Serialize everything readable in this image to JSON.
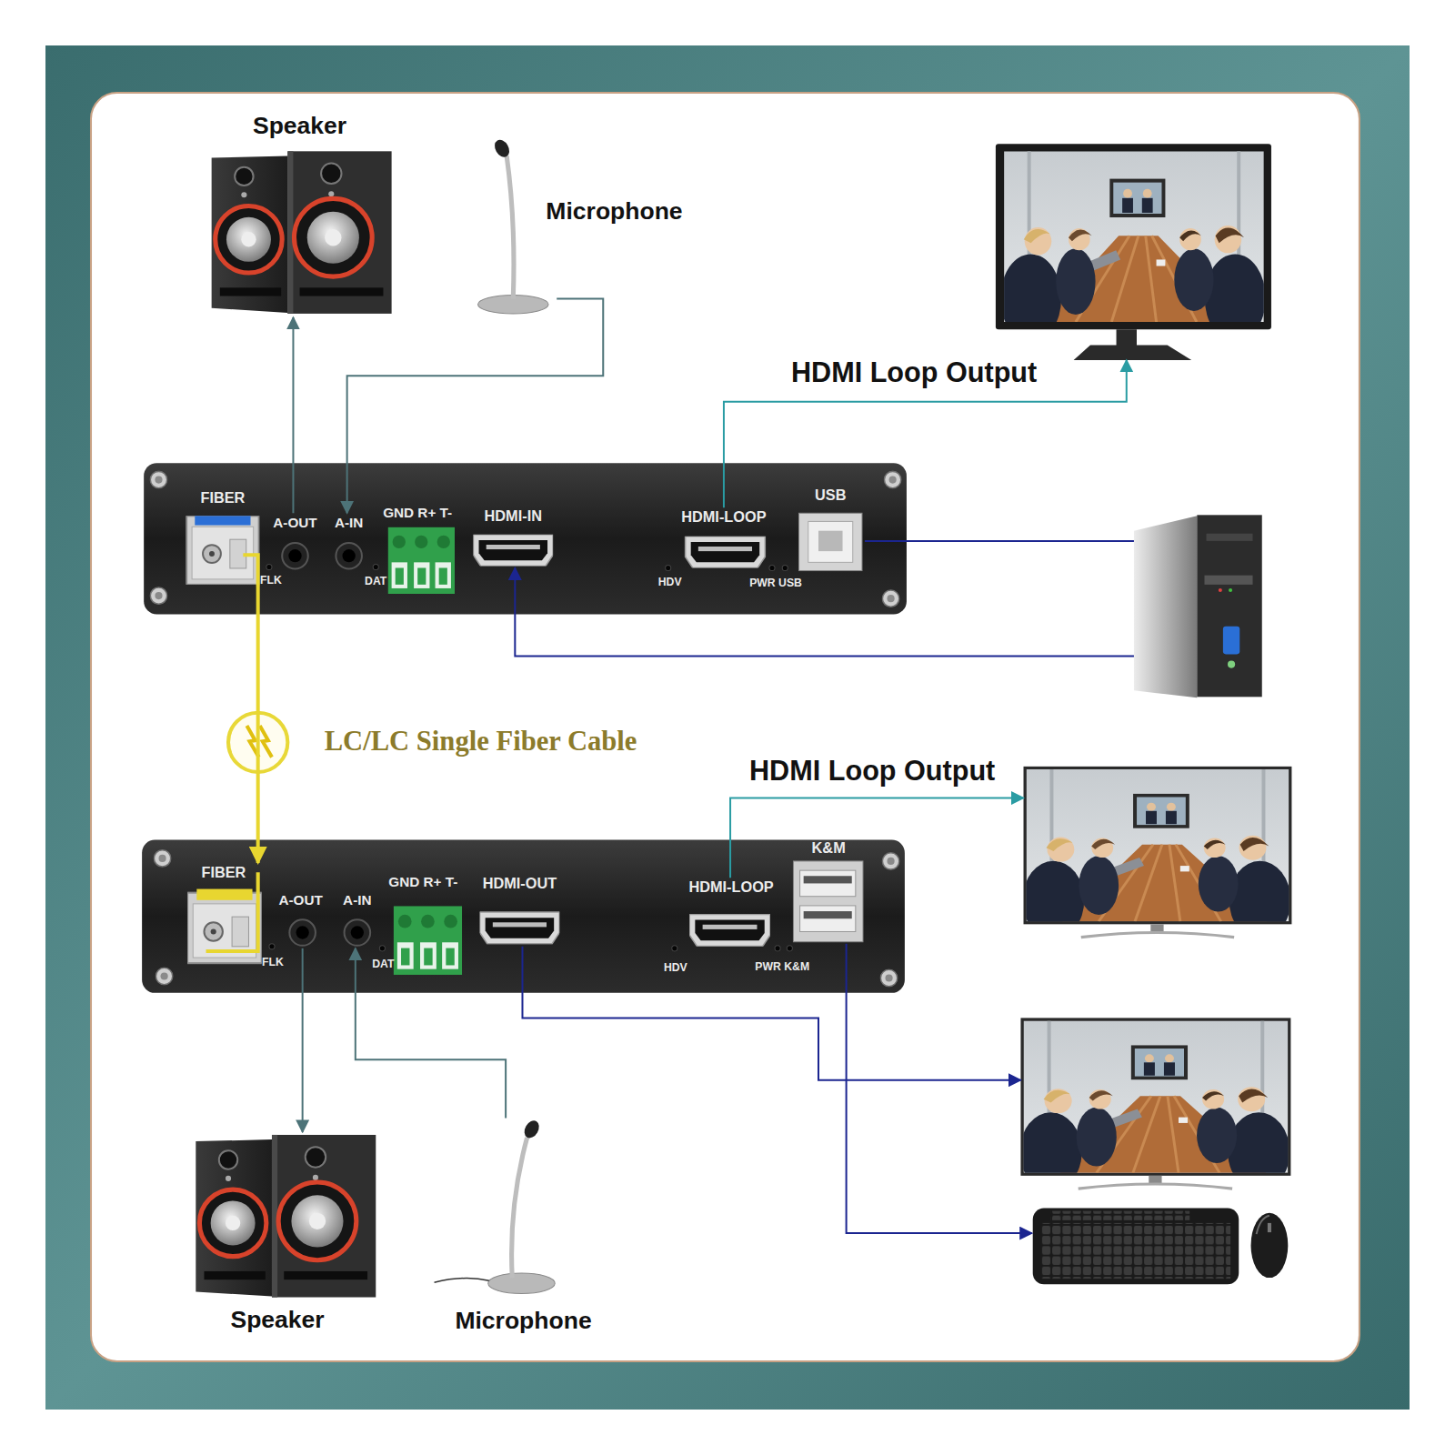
{
  "diagram": {
    "nodes": [
      {
        "text": [
          "Speaker"
        ]
      },
      {
        "text": [
          "Microphone"
        ]
      },
      {
        "text": []
      },
      {
        "text": [
          "FLK",
          "DAT",
          "HDV",
          "PWR USB"
        ]
      },
      {
        "text": [
          "FIBER"
        ],
        "in": 3
      },
      {
        "text": [
          "A-OUT"
        ],
        "in": 3
      },
      {
        "text": [
          "A-IN"
        ],
        "in": 3
      },
      {
        "text": [
          "GND R+ T-"
        ],
        "in": 3
      },
      {
        "text": [
          "HDMI-IN"
        ],
        "in": 3
      },
      {
        "text": [
          "HDMI-LOOP"
        ],
        "in": 3
      },
      {
        "text": [
          "USB"
        ],
        "in": 3
      },
      {
        "text": []
      },
      {
        "text": []
      },
      {
        "text": [
          "FLK",
          "DAT",
          "HDV",
          "PWR K&M"
        ]
      },
      {
        "text": [
          "FIBER"
        ],
        "in": 13
      },
      {
        "text": [
          "A-OUT"
        ],
        "in": 13
      },
      {
        "text": [
          "A-IN"
        ],
        "in": 13
      },
      {
        "text": [
          "GND R+ T-"
        ],
        "in": 13
      },
      {
        "text": [
          "HDMI-OUT"
        ],
        "in": 13
      },
      {
        "text": [
          "HDMI-LOOP"
        ],
        "in": 13
      },
      {
        "text": [
          "K&M"
        ],
        "in": 13
      },
      {
        "text": []
      },
      {
        "text": []
      },
      {
        "text": [
          "Speaker"
        ]
      },
      {
        "text": [
          "Microphone"
        ]
      }
    ],
    "edges": [
      {
        "from": 5,
        "to": 0,
        "arrow": "to"
      },
      {
        "from": 1,
        "to": 6,
        "arrow": "to"
      },
      {
        "from": 9,
        "to": 2,
        "arrow": "to",
        "label": "HDMI Loop Output"
      },
      {
        "from": 10,
        "to": 11,
        "arrow": "none"
      },
      {
        "from": 11,
        "to": 8,
        "arrow": "to"
      },
      {
        "from": 4,
        "to": 14,
        "arrow": "to",
        "label": "LC/LC Single Fiber Cable"
      },
      {
        "from": 19,
        "to": 12,
        "arrow": "to",
        "label": "HDMI Loop Output"
      },
      {
        "from": 18,
        "to": 21,
        "arrow": "to"
      },
      {
        "from": 20,
        "to": 22,
        "arrow": "to"
      },
      {
        "from": 15,
        "to": 23,
        "arrow": "to"
      },
      {
        "from": 24,
        "to": 16,
        "arrow": "to"
      }
    ]
  }
}
